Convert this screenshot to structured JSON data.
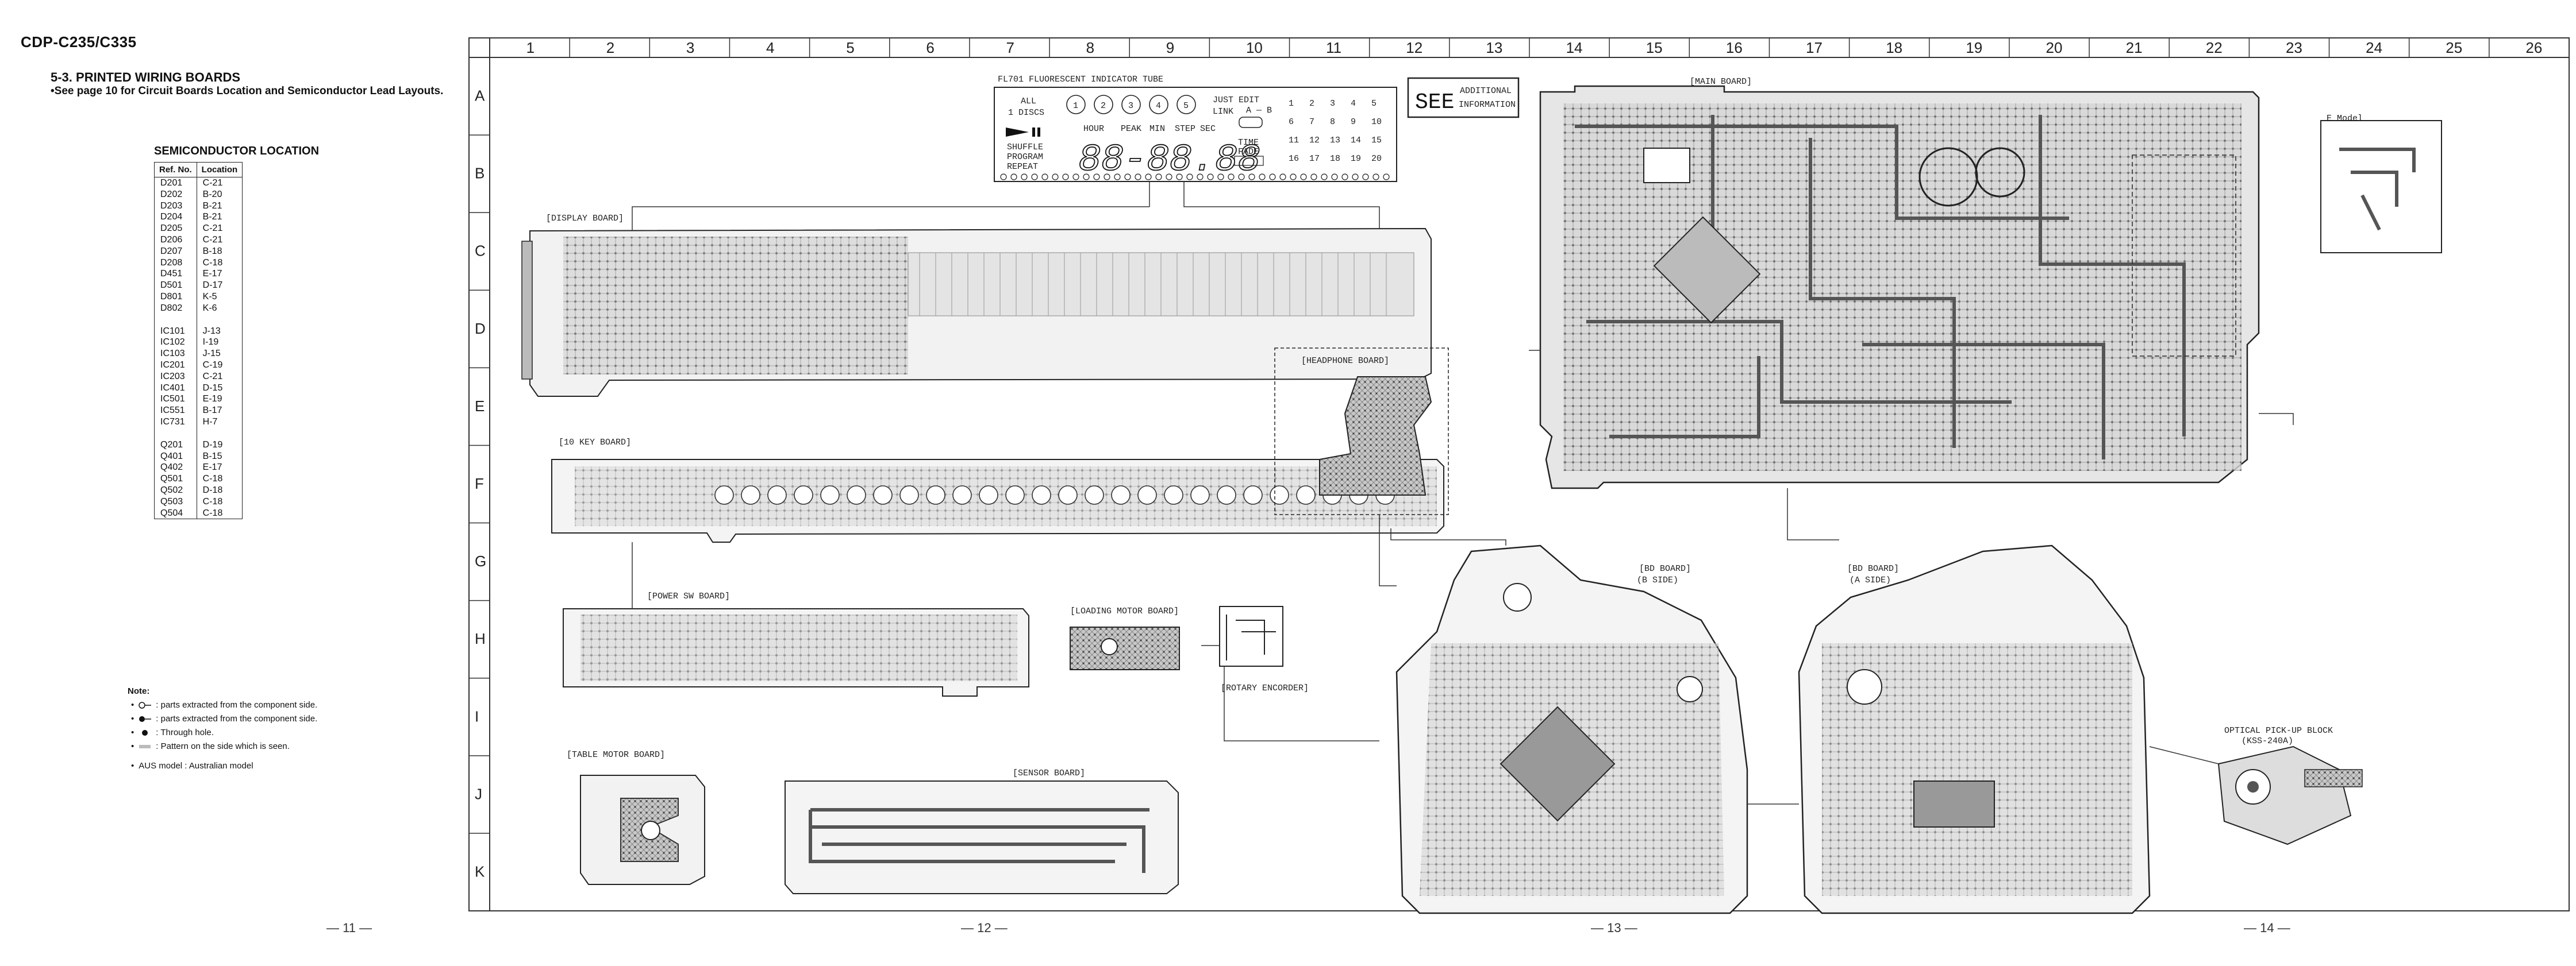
{
  "doc_title": "CDP-C235/C335",
  "section": {
    "title": "5-3.  PRINTED WIRING BOARDS",
    "subtitle": "•See page 10 for Circuit Boards Location and Semiconductor Lead Layouts."
  },
  "semiconductor": {
    "title": "SEMICONDUCTOR LOCATION",
    "headers": [
      "Ref. No.",
      "Location"
    ],
    "groups": [
      [
        [
          "D201",
          "C-21"
        ],
        [
          "D202",
          "B-20"
        ],
        [
          "D203",
          "B-21"
        ],
        [
          "D204",
          "B-21"
        ],
        [
          "D205",
          "C-21"
        ],
        [
          "D206",
          "C-21"
        ],
        [
          "D207",
          "B-18"
        ],
        [
          "D208",
          "C-18"
        ],
        [
          "D451",
          "E-17"
        ],
        [
          "D501",
          "D-17"
        ],
        [
          "D801",
          "K-5"
        ],
        [
          "D802",
          "K-6"
        ]
      ],
      [
        [
          "IC101",
          "J-13"
        ],
        [
          "IC102",
          "I-19"
        ],
        [
          "IC103",
          "J-15"
        ],
        [
          "IC201",
          "C-19"
        ],
        [
          "IC203",
          "C-21"
        ],
        [
          "IC401",
          "D-15"
        ],
        [
          "IC501",
          "E-19"
        ],
        [
          "IC551",
          "B-17"
        ],
        [
          "IC731",
          "H-7"
        ]
      ],
      [
        [
          "Q201",
          "D-19"
        ],
        [
          "Q401",
          "B-15"
        ],
        [
          "Q402",
          "E-17"
        ],
        [
          "Q501",
          "C-18"
        ],
        [
          "Q502",
          "D-18"
        ],
        [
          "Q503",
          "C-18"
        ],
        [
          "Q504",
          "C-18"
        ]
      ]
    ]
  },
  "notes": {
    "title": "Note:",
    "items": [
      ": parts extracted from the component side.",
      ": parts extracted from the component side.",
      ": Through hole.",
      ": Pattern on the side which is seen."
    ],
    "aus": "AUS model : Australian model"
  },
  "page_numbers": [
    "— 11 —",
    "— 12 —",
    "— 13 —",
    "— 14 —"
  ],
  "grid": {
    "columns": [
      "1",
      "2",
      "3",
      "4",
      "5",
      "6",
      "7",
      "8",
      "9",
      "10",
      "11",
      "12",
      "13",
      "14",
      "15",
      "16",
      "17",
      "18",
      "19",
      "20",
      "21",
      "22",
      "23",
      "24",
      "25",
      "26"
    ],
    "rows": [
      "A",
      "B",
      "C",
      "D",
      "E",
      "F",
      "G",
      "H",
      "I",
      "J",
      "K"
    ]
  },
  "boards": {
    "display": "[DISPLAY BOARD]",
    "ten_key": "[10 KEY BOARD]",
    "power_sw": "[POWER SW BOARD]",
    "loading_motor": "[LOADING MOTOR BOARD]",
    "rotary": "[ROTARY ENCORDER]",
    "table_motor": "[TABLE MOTOR BOARD]",
    "sensor": "[SENSOR BOARD]",
    "headphone": "[HEADPHONE BOARD]",
    "main": "[MAIN BOARD]",
    "bd_b": [
      "[BD BOARD]",
      "(B SIDE)"
    ],
    "bd_a": [
      "[BD BOARD]",
      "(A SIDE)"
    ]
  },
  "see_additional": [
    "SEE",
    "ADDITIONAL",
    "INFORMATION"
  ],
  "fl_tube": {
    "caption": "FL701 FLUORESCENT INDICATOR TUBE",
    "left_text": [
      "ALL",
      "1 DISCS"
    ],
    "discs": [
      "1",
      "2",
      "3",
      "4",
      "5"
    ],
    "just_edit": "JUST EDIT",
    "link": "LINK",
    "ab": "A — B",
    "modes": [
      "SHUFFLE",
      "PROGRAM",
      "REPEAT"
    ],
    "time_labels": [
      "HOUR",
      "PEAK",
      "MIN",
      "STEP",
      "SEC"
    ],
    "digits": "88-88.88",
    "time": "TIME",
    "fade": "FADE",
    "numbers": [
      [
        "1",
        "2",
        "3",
        "4",
        "5"
      ],
      [
        "6",
        "7",
        "8",
        "9",
        "10"
      ],
      [
        "11",
        "12",
        "13",
        "14",
        "15"
      ],
      [
        "16",
        "17",
        "18",
        "19",
        "20"
      ]
    ]
  },
  "optical": [
    "OPTICAL PICK-UP BLOCK",
    "(KSS-240A)"
  ],
  "e_model": "E Model"
}
